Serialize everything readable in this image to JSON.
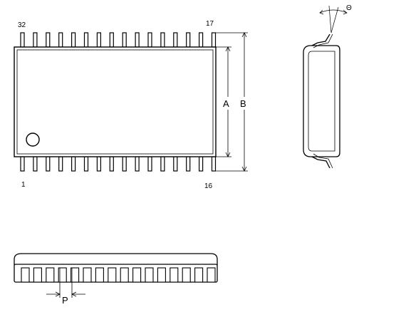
{
  "top_view": {
    "pin_top_left": "32",
    "pin_top_right": "17",
    "pin_bottom_left": "1",
    "pin_bottom_right": "16",
    "dim_a": "A",
    "dim_b": "B",
    "pins_per_side": 16
  },
  "side_view": {
    "angle_label": "Θ"
  },
  "front_view": {
    "pitch_label": "P",
    "pins_visible": 16
  }
}
